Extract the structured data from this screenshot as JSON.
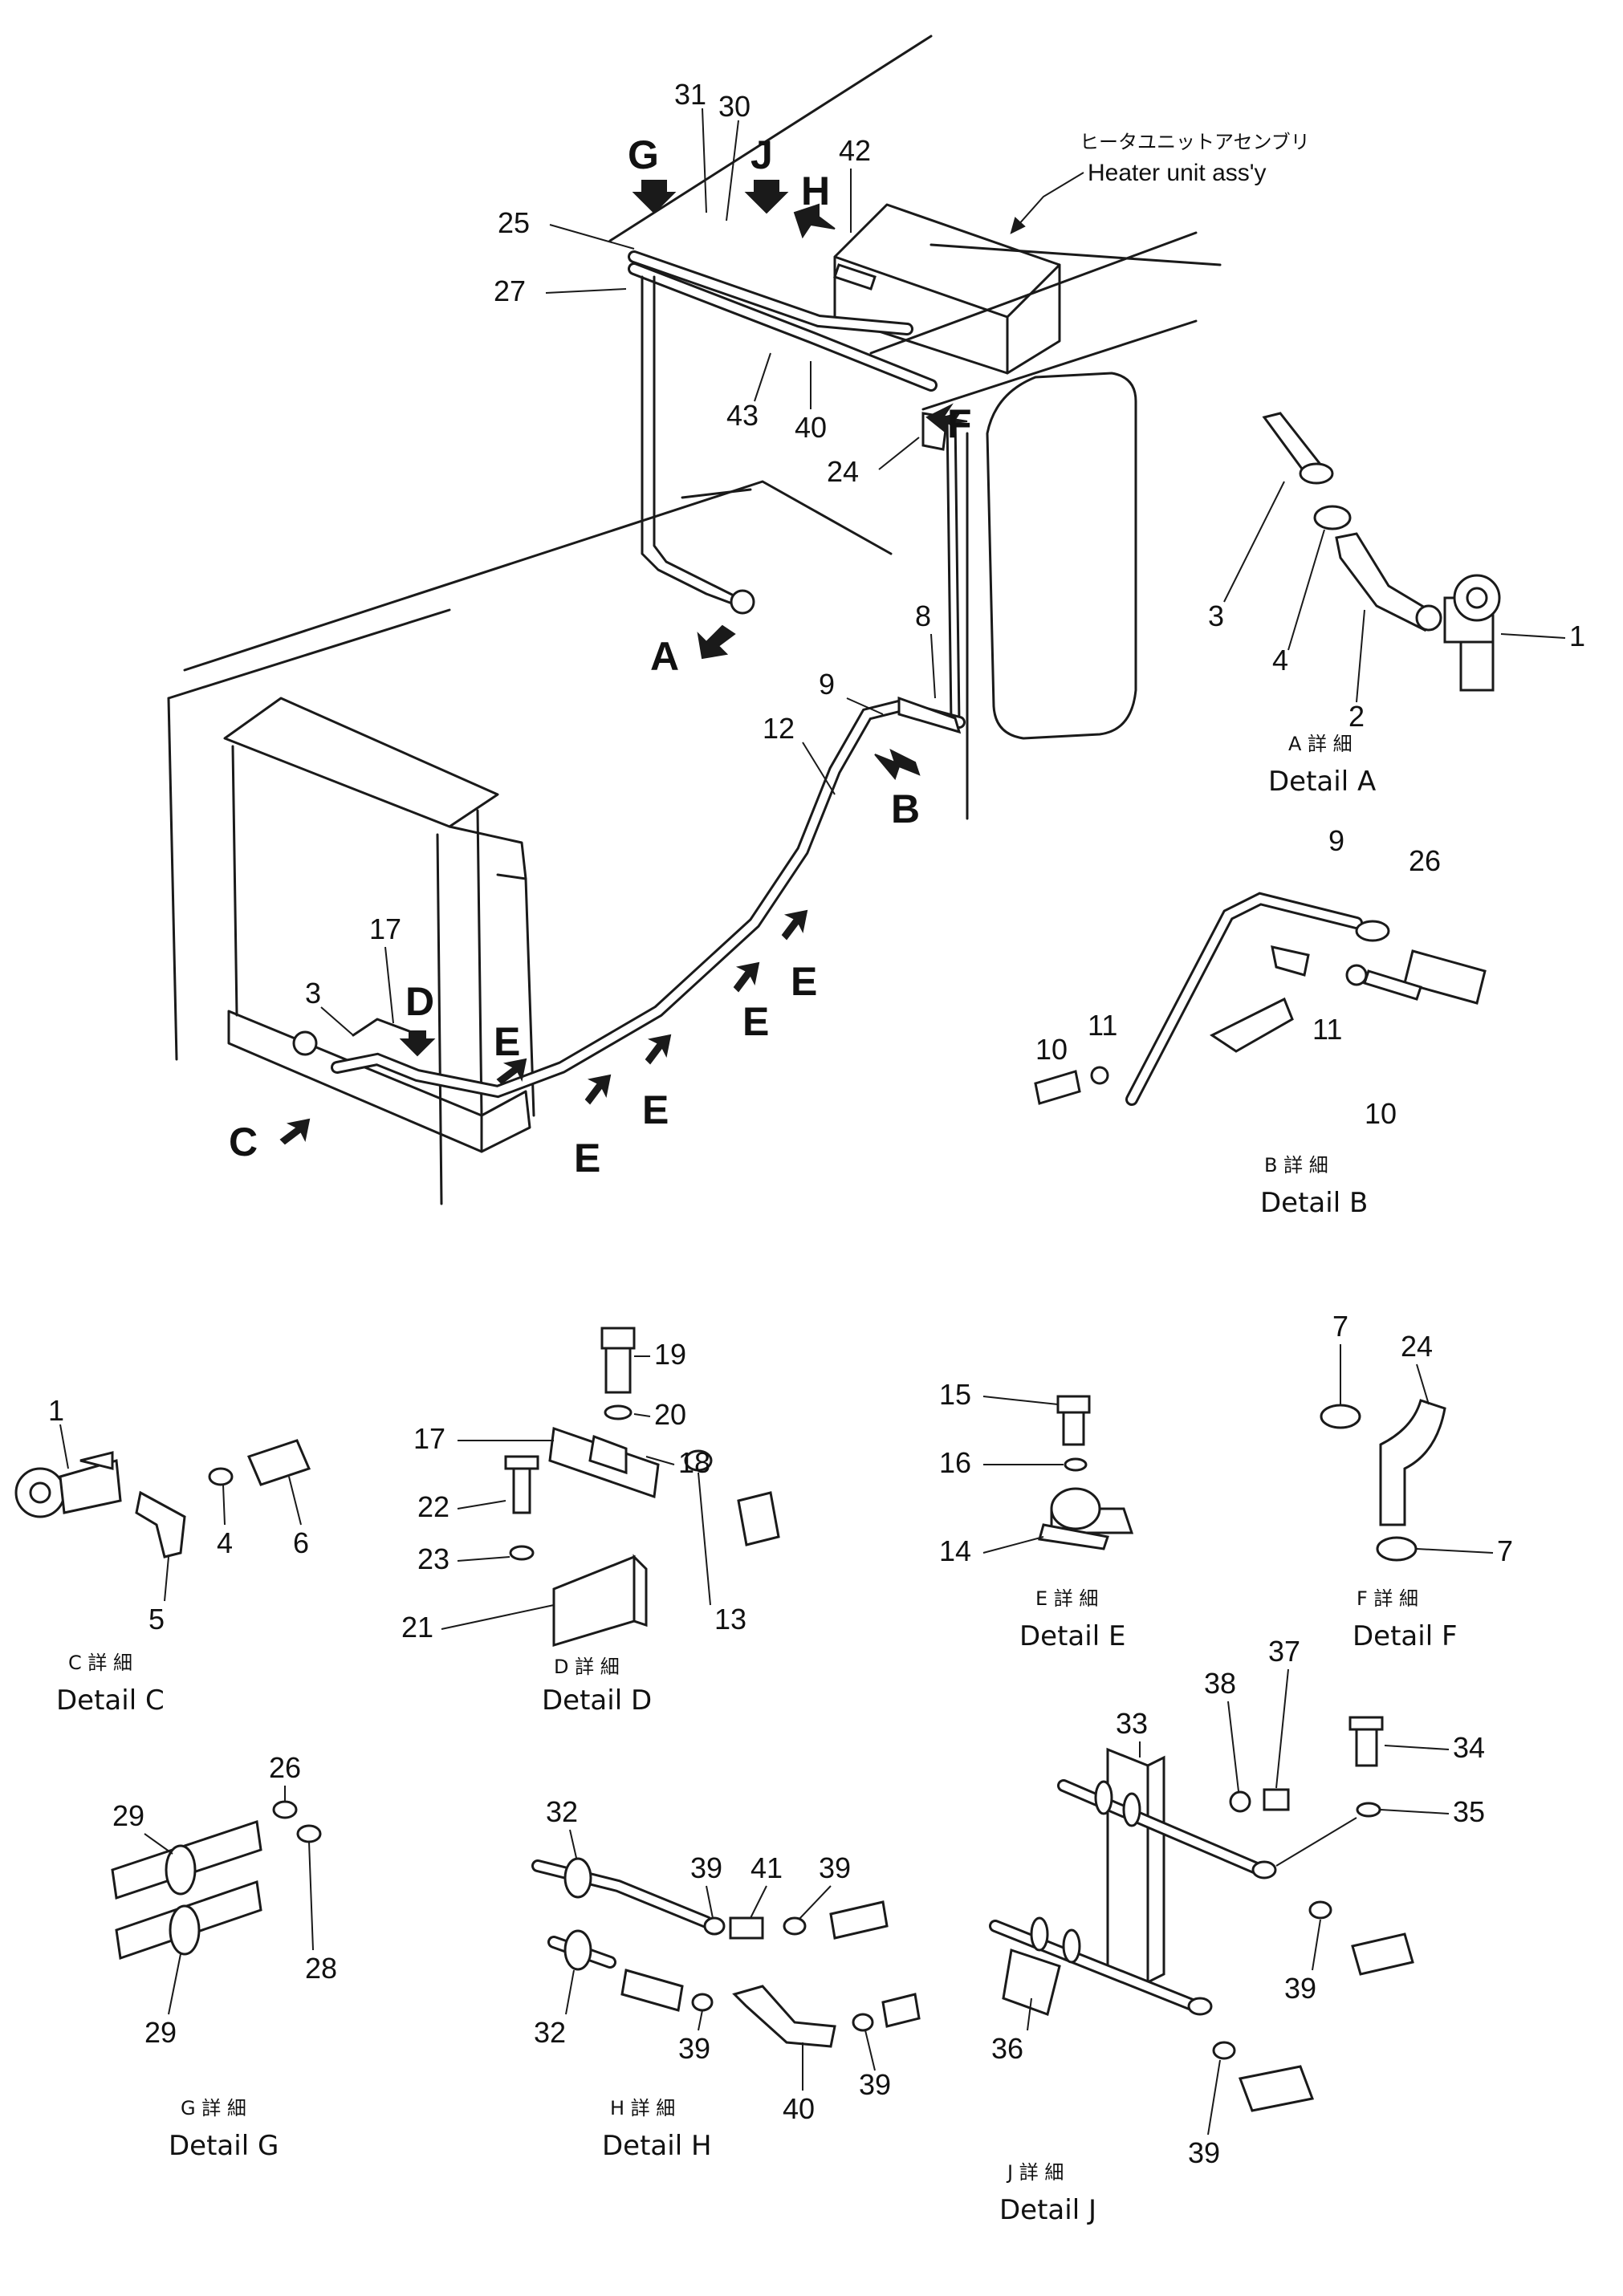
{
  "heater_label": {
    "jp": "ヒータユニットアセンブリ",
    "en": "Heater unit ass'y"
  },
  "views": [
    "A",
    "B",
    "C",
    "D",
    "E",
    "E",
    "E",
    "E",
    "E",
    "F",
    "G",
    "H",
    "J"
  ],
  "captions": {
    "A": {
      "jp": "A 詳 細",
      "en": "Detail A"
    },
    "B": {
      "jp": "B 詳 細",
      "en": "Detail B"
    },
    "C": {
      "jp": "C 詳 細",
      "en": "Detail C"
    },
    "D": {
      "jp": "D 詳 細",
      "en": "Detail D"
    },
    "E": {
      "jp": "E 詳 細",
      "en": "Detail E"
    },
    "F": {
      "jp": "F 詳 細",
      "en": "Detail F"
    },
    "G": {
      "jp": "G 詳 細",
      "en": "Detail G"
    },
    "H": {
      "jp": "H 詳 細",
      "en": "Detail H"
    },
    "J": {
      "jp": "J 詳 細",
      "en": "Detail J"
    }
  },
  "callouts": {
    "main": [
      "31",
      "30",
      "42",
      "25",
      "27",
      "43",
      "40",
      "24",
      "8",
      "9",
      "12",
      "17",
      "3"
    ],
    "detail_a": [
      "3",
      "4",
      "2",
      "1"
    ],
    "detail_b": [
      "9",
      "26",
      "11",
      "11",
      "10",
      "10"
    ],
    "detail_c": [
      "1",
      "4",
      "6",
      "5"
    ],
    "detail_d": [
      "19",
      "20",
      "17",
      "18",
      "22",
      "23",
      "13",
      "21"
    ],
    "detail_e": [
      "15",
      "16",
      "14"
    ],
    "detail_f": [
      "7",
      "24",
      "7"
    ],
    "detail_g": [
      "26",
      "29",
      "28",
      "29"
    ],
    "detail_h": [
      "32",
      "39",
      "41",
      "39",
      "32",
      "39",
      "40",
      "39"
    ],
    "detail_j": [
      "33",
      "38",
      "37",
      "34",
      "35",
      "39",
      "36",
      "39"
    ]
  }
}
